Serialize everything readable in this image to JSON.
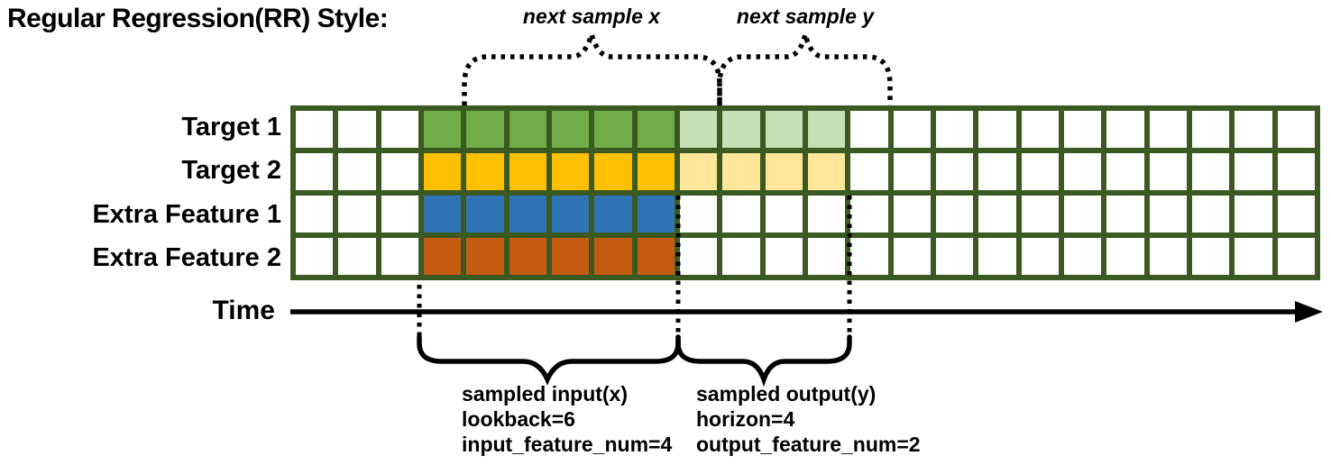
{
  "title": "Regular Regression(RR) Style:",
  "annotations": {
    "next_sample_x_label": "next sample x",
    "next_sample_y_label": "next sample y",
    "time_label": "Time"
  },
  "rows": [
    {
      "label": "Target 1",
      "input_color": "#70AD47",
      "output_color": "#C5E0B4"
    },
    {
      "label": "Target 2",
      "input_color": "#FFC000",
      "output_color": "#FFE699"
    },
    {
      "label": "Extra Feature 1",
      "input_color": "#2E75B6",
      "output_color": null
    },
    {
      "label": "Extra Feature 2",
      "input_color": "#C55A11",
      "output_color": null
    }
  ],
  "grid": {
    "total_columns": 24,
    "leading_empty_columns": 3,
    "input_columns": 6,
    "output_columns": 4,
    "border_color": "#3B5A22",
    "empty_cell_color": "#FFFFFF"
  },
  "notes": {
    "input": {
      "line1": "sampled input(x)",
      "line2": "lookback=6",
      "line3": "input_feature_num=4"
    },
    "output": {
      "line1": "sampled output(y)",
      "line2": "horizon=4",
      "line3": "output_feature_num=2"
    }
  }
}
